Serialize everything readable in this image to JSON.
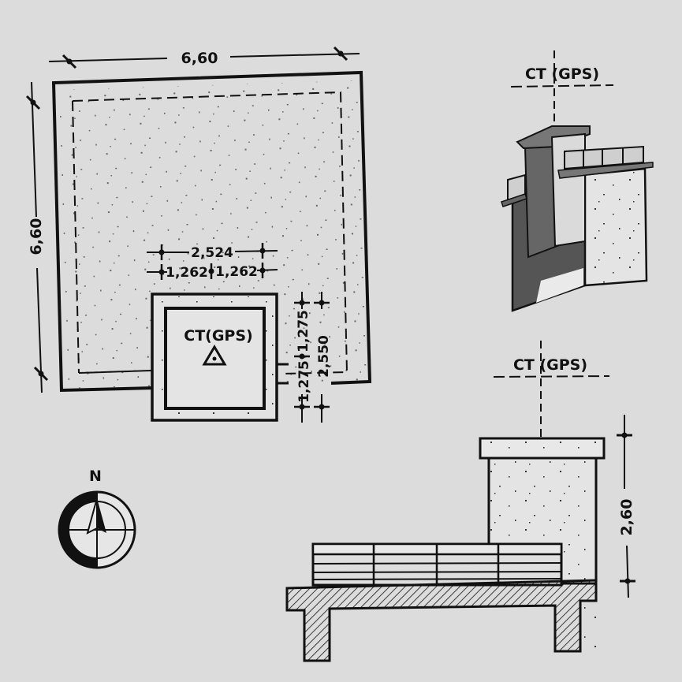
{
  "plan": {
    "width_label": "6,60",
    "height_label": "6,60",
    "station_label": "CT(GPS)",
    "dim_total_horizontal": "2,524",
    "dim_half_left": "1,262",
    "dim_half_right": "1,262",
    "dim_half_top": "1,275",
    "dim_half_bottom": "1,275",
    "dim_total_vertical": "2,550"
  },
  "perspective": {
    "label": "CT (GPS)"
  },
  "elevation": {
    "label": "CT (GPS)",
    "height_label": "2,60"
  },
  "north_arrow": {
    "label": "N"
  },
  "colors": {
    "paper": "#dcdcdc",
    "ink": "#111111"
  }
}
